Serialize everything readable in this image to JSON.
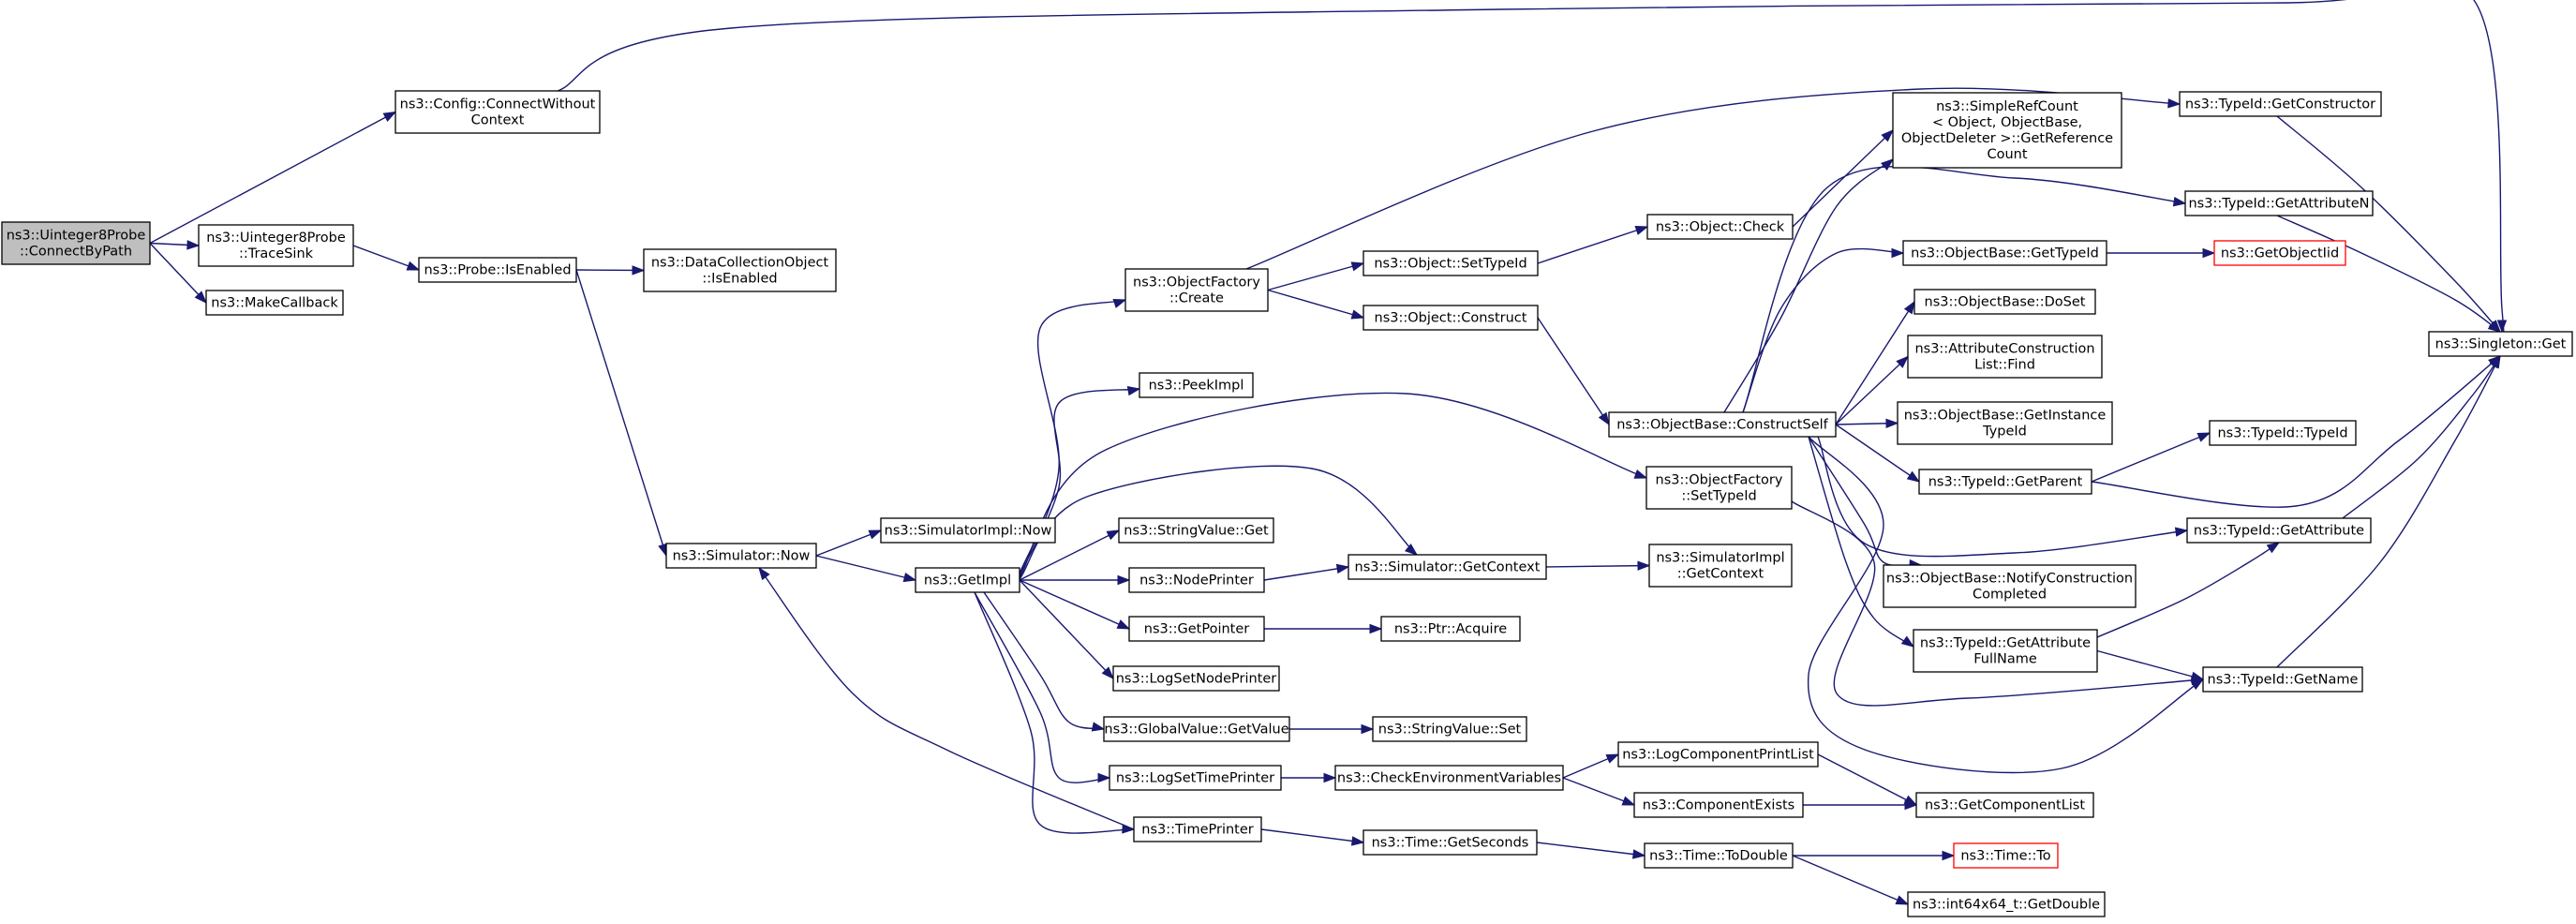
{
  "graph": {
    "nodes": {
      "root": [
        "ns3::Uinteger8Probe",
        "::ConnectByPath"
      ],
      "connectWithoutContext": [
        "ns3::Config::ConnectWithout",
        "Context"
      ],
      "traceSink": [
        "ns3::Uinteger8Probe",
        "::TraceSink"
      ],
      "makeCallback": [
        "ns3::MakeCallback"
      ],
      "probeIsEnabled": [
        "ns3::Probe::IsEnabled"
      ],
      "dcoIsEnabled": [
        "ns3::DataCollectionObject",
        "::IsEnabled"
      ],
      "simulatorNow": [
        "ns3::Simulator::Now"
      ],
      "simImplNow": [
        "ns3::SimulatorImpl::Now"
      ],
      "getImpl": [
        "ns3::GetImpl"
      ],
      "objFactoryCreate": [
        "ns3::ObjectFactory",
        "::Create"
      ],
      "peekImpl": [
        "ns3::PeekImpl"
      ],
      "stringValueGet": [
        "ns3::StringValue::Get"
      ],
      "nodePrinter": [
        "ns3::NodePrinter"
      ],
      "getPointer": [
        "ns3::GetPointer"
      ],
      "logSetNodePrinter": [
        "ns3::LogSetNodePrinter"
      ],
      "globalValueGetValue": [
        "ns3::GlobalValue::GetValue"
      ],
      "logSetTimePrinter": [
        "ns3::LogSetTimePrinter"
      ],
      "timePrinter": [
        "ns3::TimePrinter"
      ],
      "objSetTypeId": [
        "ns3::Object::SetTypeId"
      ],
      "objConstruct": [
        "ns3::Object::Construct"
      ],
      "objCheck": [
        "ns3::Object::Check"
      ],
      "simpleRefCount": [
        "ns3::SimpleRefCount",
        "< Object, ObjectBase,",
        " ObjectDeleter >::GetReference",
        "Count"
      ],
      "objBaseConstructSelf": [
        "ns3::ObjectBase::ConstructSelf"
      ],
      "objFactorySetTypeId": [
        "ns3::ObjectFactory",
        "::SetTypeId"
      ],
      "simulatorGetContext": [
        "ns3::Simulator::GetContext"
      ],
      "simImplGetContext": [
        "ns3::SimulatorImpl",
        "::GetContext"
      ],
      "ptrAcquire": [
        "ns3::Ptr::Acquire"
      ],
      "stringValueSet": [
        "ns3::StringValue::Set"
      ],
      "checkEnvVars": [
        "ns3::CheckEnvironmentVariables"
      ],
      "timeGetSeconds": [
        "ns3::Time::GetSeconds"
      ],
      "logComponentPrintList": [
        "ns3::LogComponentPrintList"
      ],
      "componentExists": [
        "ns3::ComponentExists"
      ],
      "timeToDouble": [
        "ns3::Time::ToDouble"
      ],
      "getComponentList": [
        "ns3::GetComponentList"
      ],
      "timeTo": [
        "ns3::Time::To"
      ],
      "int64GetDouble": [
        "ns3::int64x64_t::GetDouble"
      ],
      "objBaseGetTypeId": [
        "ns3::ObjectBase::GetTypeId"
      ],
      "objBaseDoSet": [
        "ns3::ObjectBase::DoSet"
      ],
      "attrConstructionListFind": [
        "ns3::AttributeConstruction",
        "List::Find"
      ],
      "objBaseGetInstanceTypeId": [
        "ns3::ObjectBase::GetInstance",
        "TypeId"
      ],
      "typeIdGetParent": [
        "ns3::TypeId::GetParent"
      ],
      "objBaseNotifyConstruction": [
        "ns3::ObjectBase::NotifyConstruction",
        "Completed"
      ],
      "typeIdGetAttributeFullName": [
        "ns3::TypeId::GetAttribute",
        "FullName"
      ],
      "getObjectIid": [
        "ns3::GetObjectIid"
      ],
      "typeIdGetConstructor": [
        "ns3::TypeId::GetConstructor"
      ],
      "typeIdGetAttributeN": [
        "ns3::TypeId::GetAttributeN"
      ],
      "typeIdTypeId": [
        "ns3::TypeId::TypeId"
      ],
      "typeIdGetAttribute": [
        "ns3::TypeId::GetAttribute"
      ],
      "typeIdGetName": [
        "ns3::TypeId::GetName"
      ],
      "singletonGet": [
        "ns3::Singleton::Get"
      ]
    },
    "edges": [
      [
        "root",
        "connectWithoutContext"
      ],
      [
        "root",
        "traceSink"
      ],
      [
        "root",
        "makeCallback"
      ],
      [
        "connectWithoutContext",
        "singletonGet"
      ],
      [
        "traceSink",
        "probeIsEnabled"
      ],
      [
        "probeIsEnabled",
        "dcoIsEnabled"
      ],
      [
        "probeIsEnabled",
        "simulatorNow"
      ],
      [
        "simulatorNow",
        "simImplNow"
      ],
      [
        "simulatorNow",
        "getImpl"
      ],
      [
        "getImpl",
        "objFactoryCreate"
      ],
      [
        "getImpl",
        "peekImpl"
      ],
      [
        "getImpl",
        "objFactorySetTypeId"
      ],
      [
        "getImpl",
        "simulatorGetContext"
      ],
      [
        "getImpl",
        "stringValueGet"
      ],
      [
        "getImpl",
        "nodePrinter"
      ],
      [
        "getImpl",
        "getPointer"
      ],
      [
        "getImpl",
        "logSetNodePrinter"
      ],
      [
        "getImpl",
        "globalValueGetValue"
      ],
      [
        "getImpl",
        "logSetTimePrinter"
      ],
      [
        "getImpl",
        "timePrinter"
      ],
      [
        "timePrinter",
        "simulatorNow"
      ],
      [
        "objFactoryCreate",
        "typeIdGetConstructor"
      ],
      [
        "objFactoryCreate",
        "objSetTypeId"
      ],
      [
        "objFactoryCreate",
        "objConstruct"
      ],
      [
        "objSetTypeId",
        "objCheck"
      ],
      [
        "objCheck",
        "simpleRefCount"
      ],
      [
        "objConstruct",
        "objBaseConstructSelf"
      ],
      [
        "objFactorySetTypeId",
        "typeIdGetName"
      ],
      [
        "nodePrinter",
        "simulatorGetContext"
      ],
      [
        "simulatorGetContext",
        "simImplGetContext"
      ],
      [
        "getPointer",
        "ptrAcquire"
      ],
      [
        "globalValueGetValue",
        "stringValueSet"
      ],
      [
        "logSetTimePrinter",
        "checkEnvVars"
      ],
      [
        "checkEnvVars",
        "logComponentPrintList"
      ],
      [
        "checkEnvVars",
        "componentExists"
      ],
      [
        "logComponentPrintList",
        "getComponentList"
      ],
      [
        "componentExists",
        "getComponentList"
      ],
      [
        "timePrinter",
        "timeGetSeconds"
      ],
      [
        "timeGetSeconds",
        "timeToDouble"
      ],
      [
        "timeToDouble",
        "timeTo"
      ],
      [
        "timeToDouble",
        "int64GetDouble"
      ],
      [
        "objBaseConstructSelf",
        "simpleRefCount"
      ],
      [
        "objBaseConstructSelf",
        "typeIdGetAttributeN"
      ],
      [
        "objBaseConstructSelf",
        "objBaseGetTypeId"
      ],
      [
        "objBaseConstructSelf",
        "objBaseDoSet"
      ],
      [
        "objBaseConstructSelf",
        "attrConstructionListFind"
      ],
      [
        "objBaseConstructSelf",
        "objBaseGetInstanceTypeId"
      ],
      [
        "objBaseConstructSelf",
        "typeIdGetParent"
      ],
      [
        "objBaseConstructSelf",
        "typeIdGetAttribute"
      ],
      [
        "objBaseConstructSelf",
        "objBaseNotifyConstruction"
      ],
      [
        "objBaseConstructSelf",
        "typeIdGetAttributeFullName"
      ],
      [
        "objBaseConstructSelf",
        "typeIdGetName"
      ],
      [
        "objBaseGetTypeId",
        "getObjectIid"
      ],
      [
        "typeIdGetParent",
        "typeIdTypeId"
      ],
      [
        "typeIdGetParent",
        "singletonGet"
      ],
      [
        "typeIdGetAttributeFullName",
        "typeIdGetAttribute"
      ],
      [
        "typeIdGetAttributeFullName",
        "typeIdGetName"
      ],
      [
        "typeIdGetConstructor",
        "singletonGet"
      ],
      [
        "typeIdGetAttributeN",
        "singletonGet"
      ],
      [
        "typeIdGetAttribute",
        "singletonGet"
      ],
      [
        "typeIdGetName",
        "singletonGet"
      ]
    ]
  }
}
